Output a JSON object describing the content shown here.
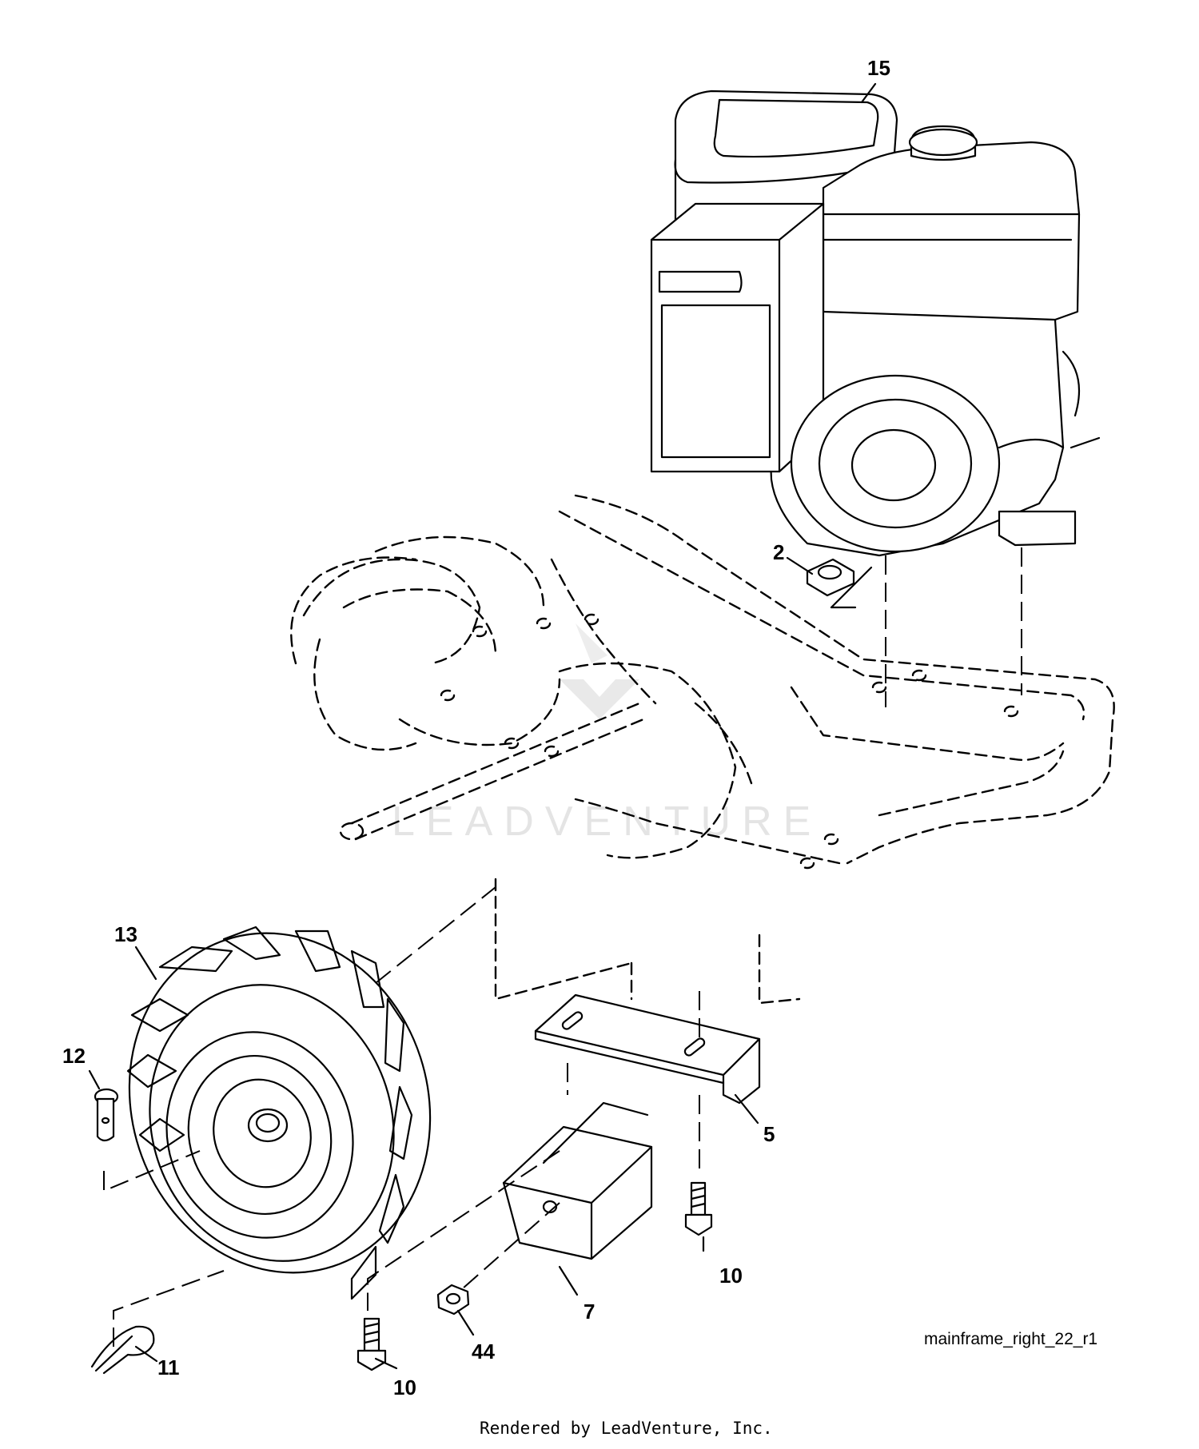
{
  "callouts": [
    {
      "id": "c15",
      "text": "15"
    },
    {
      "id": "c2",
      "text": "2"
    },
    {
      "id": "c13",
      "text": "13"
    },
    {
      "id": "c12",
      "text": "12"
    },
    {
      "id": "c5",
      "text": "5"
    },
    {
      "id": "c10a",
      "text": "10"
    },
    {
      "id": "c7",
      "text": "7"
    },
    {
      "id": "c44",
      "text": "44"
    },
    {
      "id": "c10b",
      "text": "10"
    },
    {
      "id": "c11",
      "text": "11"
    }
  ],
  "figure_ref": "mainframe_right_22_r1",
  "footer": "Rendered by LeadVenture, Inc.",
  "watermark": "LEADVENTURE"
}
